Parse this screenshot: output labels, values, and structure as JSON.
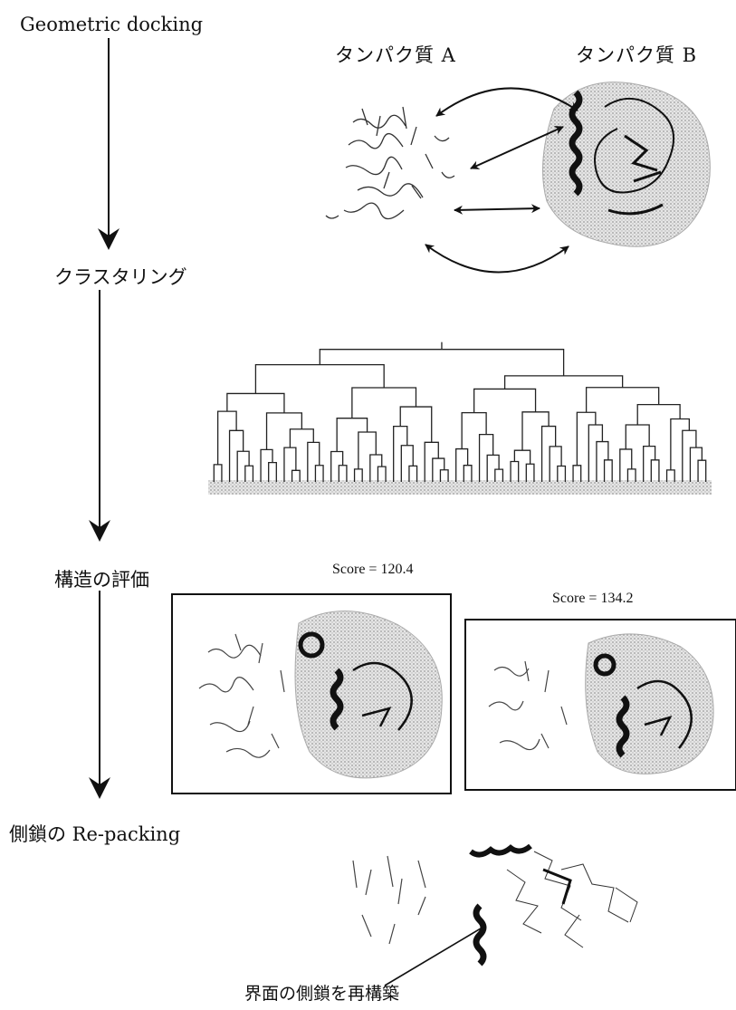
{
  "steps": {
    "step1": "Geometric docking",
    "step2": "クラスタリング",
    "step3": "構造の評価",
    "step4": "側鎖の Re-packing"
  },
  "proteins": {
    "a": "タンパク質 A",
    "b": "タンパク質 B"
  },
  "scores": {
    "left": "Score = 120.4",
    "right": "Score = 134.2"
  },
  "annotation": "界面の側鎖を再構築"
}
